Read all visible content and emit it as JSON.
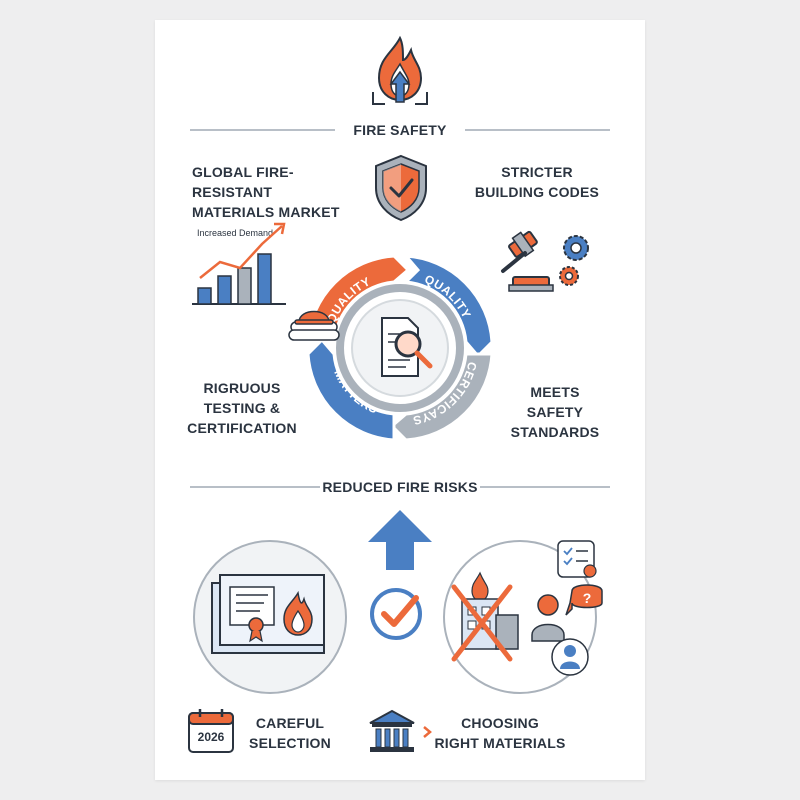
{
  "colors": {
    "orange": "#ec6a3b",
    "blue": "#4a7fc3",
    "gray": "#aab2bb",
    "navy": "#2b3440"
  },
  "header": {
    "title": "FIRE SAFETY"
  },
  "top_left": {
    "line1": "GLOBAL FIRE-RESISTANT",
    "line2": "MATERIALS MARKET"
  },
  "top_right": {
    "line1": "STRICTER",
    "line2": "BUILDING CODES"
  },
  "chart": {
    "label": "Increased Demand"
  },
  "cycle": {
    "seg_orange": "QUALITY",
    "seg_blue_right": "QUALITY",
    "seg_gray": "CERTIFICAYS",
    "seg_blue_left": "MATTERS"
  },
  "mid_left": {
    "line1": "RIGRUOUS",
    "line2": "TESTING &",
    "line3": "CERTIFICATION"
  },
  "mid_right": {
    "line1": "MEETS",
    "line2": "SAFETY",
    "line3": "STANDARDS"
  },
  "divider2": {
    "title": "REDUCED FIRE RISKS"
  },
  "calendar": {
    "year": "2026"
  },
  "bottom_left": {
    "line1": "CAREFUL",
    "line2": "SELECTION"
  },
  "bottom_right": {
    "line1": "CHOOSING",
    "line2": "RIGHT MATERIALS"
  },
  "icons": [
    "fire-arrow-icon",
    "shield-check-icon",
    "bar-chart-icon",
    "gavel-icon",
    "gear-icon",
    "helmet-blueprint-icon",
    "document-magnifier-icon",
    "up-arrow-icon",
    "checkmark-circle-icon",
    "certificate-icon",
    "crossed-building-icon",
    "checklist-icon",
    "person-icon",
    "speech-bubble-icon",
    "user-avatar-icon",
    "calendar-icon",
    "building-columns-icon",
    "chevron-right-icon"
  ]
}
